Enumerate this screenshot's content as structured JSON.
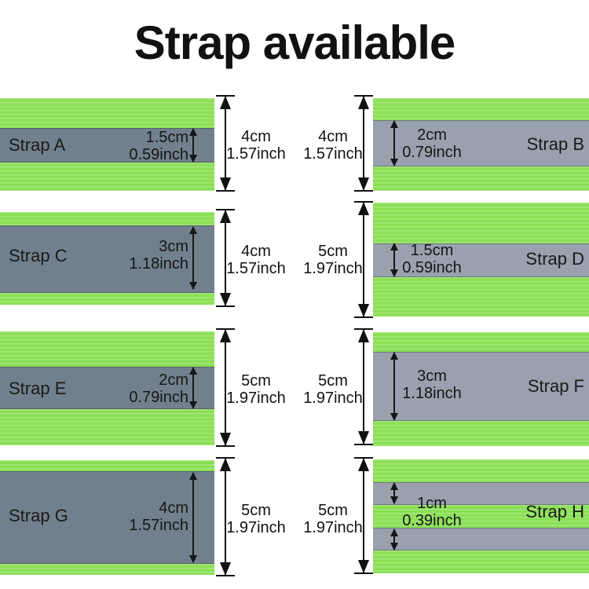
{
  "title": "Strap available",
  "colors": {
    "green": "#8bdf56",
    "gray_dark": "#71808c",
    "gray_light": "#98a1ad",
    "text": "#161616",
    "background": "#ffffff"
  },
  "straps": {
    "a": {
      "label": "Strap A",
      "stripe_cm": "1.5cm",
      "stripe_inch": "0.59inch",
      "width_cm": "4cm",
      "width_inch": "1.57inch"
    },
    "b": {
      "label": "Strap B",
      "stripe_cm": "2cm",
      "stripe_inch": "0.79inch",
      "width_cm": "4cm",
      "width_inch": "1.57inch"
    },
    "c": {
      "label": "Strap C",
      "stripe_cm": "3cm",
      "stripe_inch": "1.18inch",
      "width_cm": "4cm",
      "width_inch": "1.57inch"
    },
    "d": {
      "label": "Strap D",
      "stripe_cm": "1.5cm",
      "stripe_inch": "0.59inch",
      "width_cm": "5cm",
      "width_inch": "1.97inch"
    },
    "e": {
      "label": "Strap E",
      "stripe_cm": "2cm",
      "stripe_inch": "0.79inch",
      "width_cm": "5cm",
      "width_inch": "1.97inch"
    },
    "f": {
      "label": "Strap F",
      "stripe_cm": "3cm",
      "stripe_inch": "1.18inch",
      "width_cm": "5cm",
      "width_inch": "1.97inch"
    },
    "g": {
      "label": "Strap G",
      "stripe_cm": "4cm",
      "stripe_inch": "1.57inch",
      "width_cm": "5cm",
      "width_inch": "1.97inch"
    },
    "h": {
      "label": "Strap H",
      "stripe_cm": "1cm",
      "stripe_inch": "0.39inch",
      "width_cm": "5cm",
      "width_inch": "1.97inch"
    }
  }
}
